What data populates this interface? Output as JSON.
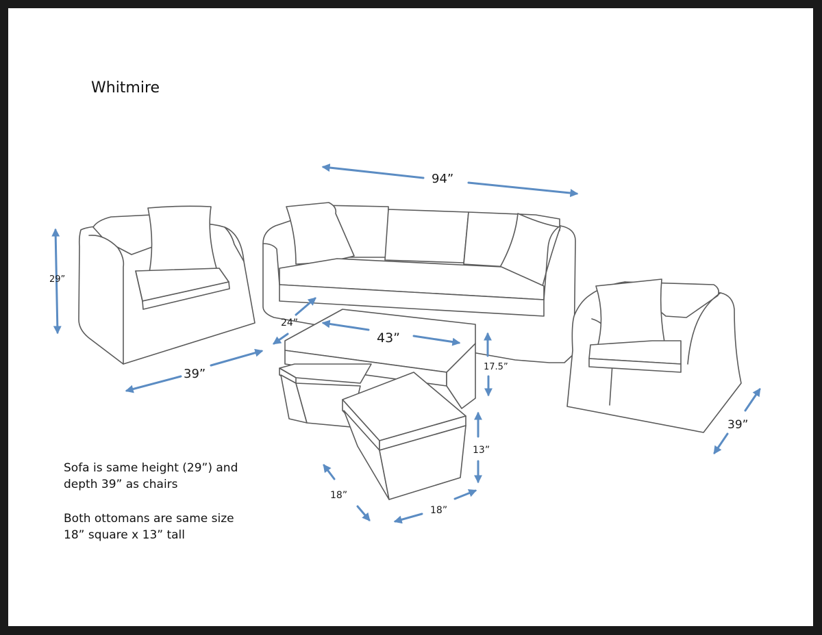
{
  "title": "Whitmire",
  "colors": {
    "dimension_arrow": "#5b8cc3",
    "outline": "#5a5a5a",
    "frame": "#1a1a1a"
  },
  "dimensions": {
    "sofa_width": "94”",
    "chair_height": "29”",
    "chair_left_depth": "39”",
    "table_depth": "24”",
    "table_width": "43”",
    "table_height": "17.5”",
    "chair_right_depth": "39”",
    "ottoman_height": "13”",
    "ottoman_depth": "18”",
    "ottoman_width": "18”"
  },
  "notes": [
    "Sofa is same height (29”) and\ndepth 39” as chairs",
    "Both ottomans are same size\n18” square x 13” tall"
  ]
}
